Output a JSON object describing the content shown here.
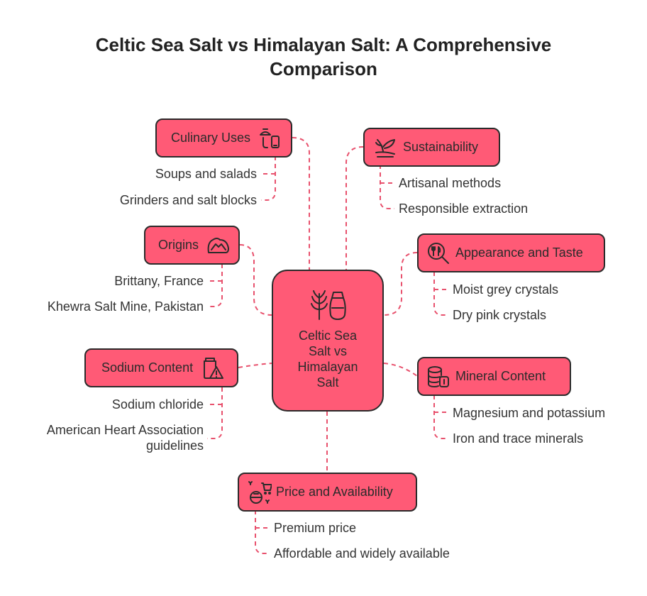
{
  "title": "Celtic Sea Salt vs Himalayan Salt: A Comprehensive Comparison",
  "center": {
    "label": "Celtic Sea Salt vs Himalayan Salt",
    "icon": "salt-shaker-plant-icon"
  },
  "colors": {
    "node_fill": "#FF5A76",
    "border": "#2b2b2b",
    "connector": "#E8516D"
  },
  "branches": {
    "culinary": {
      "label": "Culinary Uses",
      "icon": "salt-shaker-phone-icon",
      "items": [
        "Soups and salads",
        "Grinders and salt blocks"
      ]
    },
    "sustainability": {
      "label": "Sustainability",
      "icon": "sprout-icon",
      "items": [
        "Artisanal methods",
        "Responsible extraction"
      ]
    },
    "origins": {
      "label": "Origins",
      "icon": "mountain-icon",
      "items": [
        "Brittany, France",
        "Khewra Salt Mine, Pakistan"
      ]
    },
    "appearance": {
      "label": "Appearance and Taste",
      "icon": "magnifier-utensils-icon",
      "items": [
        "Moist grey crystals",
        "Dry pink crystals"
      ]
    },
    "sodium": {
      "label": "Sodium Content",
      "icon": "jar-warning-icon",
      "items": [
        "Sodium chloride",
        "American Heart Association",
        "guidelines"
      ]
    },
    "mineral": {
      "label": "Mineral Content",
      "icon": "coins-stack-icon",
      "items": [
        "Magnesium and potassium",
        "Iron and trace minerals"
      ]
    },
    "price": {
      "label": "Price and Availability",
      "icon": "cart-price-icon",
      "items": [
        "Premium price",
        "Affordable and widely available"
      ]
    }
  }
}
